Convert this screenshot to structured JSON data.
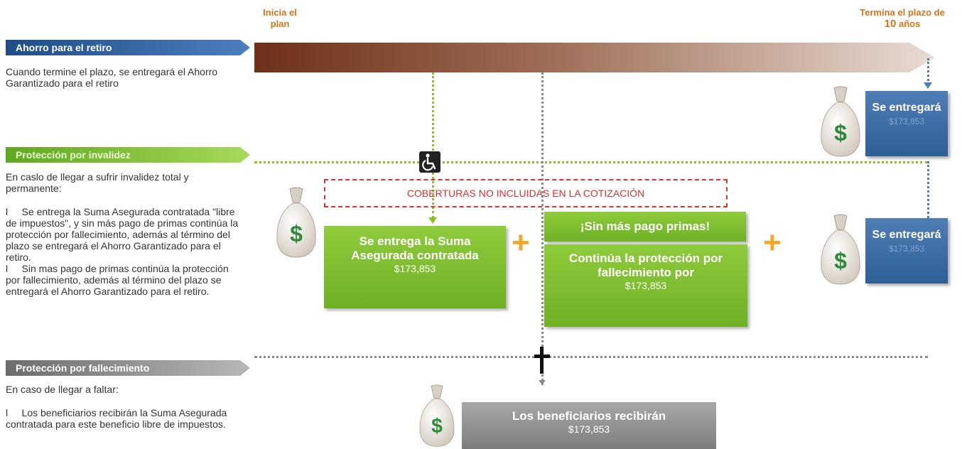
{
  "header": {
    "start_label": "Inicia el plan",
    "end_label_prefix": "Termina el plazo de",
    "end_years": "10",
    "end_label_suffix": "años"
  },
  "sections": {
    "retiro": {
      "title": "Ahorro para el retiro",
      "description": "Cuando termine el plazo, se entregará el Ahorro Garantizado para el retiro"
    },
    "invalidez": {
      "title": "Protección por invalidez",
      "intro": "En caslo de llegar a sufrir invalidez total y permanente:",
      "bullet1": "l     Se entrega la Suma Asegurada contratada \"libre de impuestos\", y sin más pago de primas continúa la protección por fallecimiento, además al término del plazo se entregará el Ahorro Garantizado para el retiro.",
      "bullet2": "l     Sin mas pago de primas continúa la protección por fallecimiento, además al término del plazo se entregará el Ahorro Garantizado para el retiro."
    },
    "fallecimiento": {
      "title": "Protección por fallecimiento",
      "intro": "En caso de llegar a faltar:",
      "bullet1": "l     Los beneficiarios recibirán la Suma Asegurada contratada para este beneficio libre de impuestos."
    }
  },
  "diagram": {
    "coberturas_label": "COBERTURAS NO INCLUIDAS EN LA COTIZACIÓN",
    "entrega_suma": "Se entrega la Suma Asegurada contratada",
    "entrega_suma_amount": "$173,853",
    "sin_pago": "¡Sin más pago primas!",
    "continua": "Continúa la protección por fallecimiento por",
    "continua_amount": "$173,853",
    "se_entregara_1": "Se entregará",
    "se_entregara_1_amount": "$173,853",
    "se_entregara_2": "Se entregará",
    "se_entregara_2_amount": "$173,853",
    "beneficiarios": "Los beneficiarios recibirán",
    "beneficiarios_amount": "$173,853",
    "dollar": "$",
    "plus": "+"
  },
  "colors": {
    "accent_orange": "#d9731a",
    "banner_blue": "#2f5f97",
    "banner_green": "#76b82a",
    "banner_gray": "#8a8a8a",
    "timeline_brown": "#7a3e22",
    "dotted_green": "#8cbf26",
    "dotted_gray": "#777777",
    "dashed_red": "#e03030"
  },
  "icons": [
    "wheelchair-icon",
    "cross-icon",
    "money-bag-icon",
    "plus-icon"
  ]
}
